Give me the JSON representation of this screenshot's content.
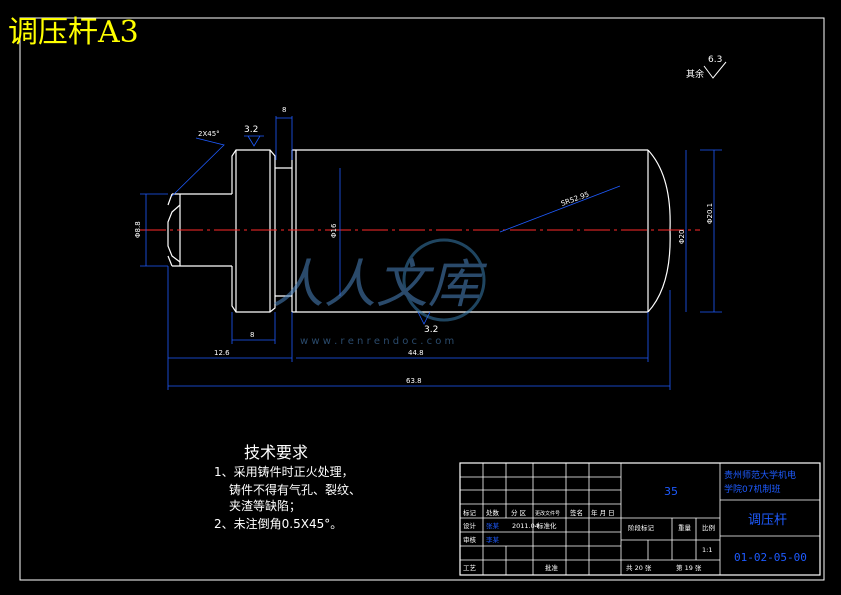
{
  "header_title": "调压杆A3",
  "roughness": {
    "general_label": "其余",
    "general_value": "6.3",
    "left_value": "3.2",
    "bottom_value": "3.2"
  },
  "dimensions": {
    "top_small": "8",
    "chamfer": "2X45°",
    "left_dia": "Φ8.8",
    "mid_dia": "Φ16",
    "right_dia": "Φ20.1",
    "right_dia2": "Φ20",
    "radius": "SR52.95",
    "width_8": "8",
    "len_left": "12.6",
    "len_right": "44.8",
    "len_total": "63.8"
  },
  "tech_req": {
    "title": "技术要求",
    "line1": "1、采用铸件时正火处理，",
    "line2": "铸件不得有气孔、裂纹、",
    "line3": "夹渣等缺陷；",
    "line4": "2、未注倒角0.5X45°。"
  },
  "watermark": {
    "cn": "人人文库",
    "url": "w w w . r e n r e n d o c . c o m"
  },
  "title_block": {
    "material": "35",
    "school": "贵州师范大学机电",
    "school2": "学院07机制班",
    "part_name": "调压杆",
    "drawing_no": "01-02-05-00",
    "row_labels": [
      "标记",
      "处数",
      "分 区",
      "更改文件号",
      "签名",
      "年 月 日"
    ],
    "design": "设计",
    "designer": "张某",
    "std": "标准化",
    "date": "2011.04",
    "check": "审核",
    "checker": "李某",
    "process": "工艺",
    "approve": "批准",
    "stage": "阶段标记",
    "weight": "重量",
    "scale": "比例",
    "scale_value": "1:1",
    "sheets": "共 20 张",
    "sheet_no": "第 19 张"
  }
}
